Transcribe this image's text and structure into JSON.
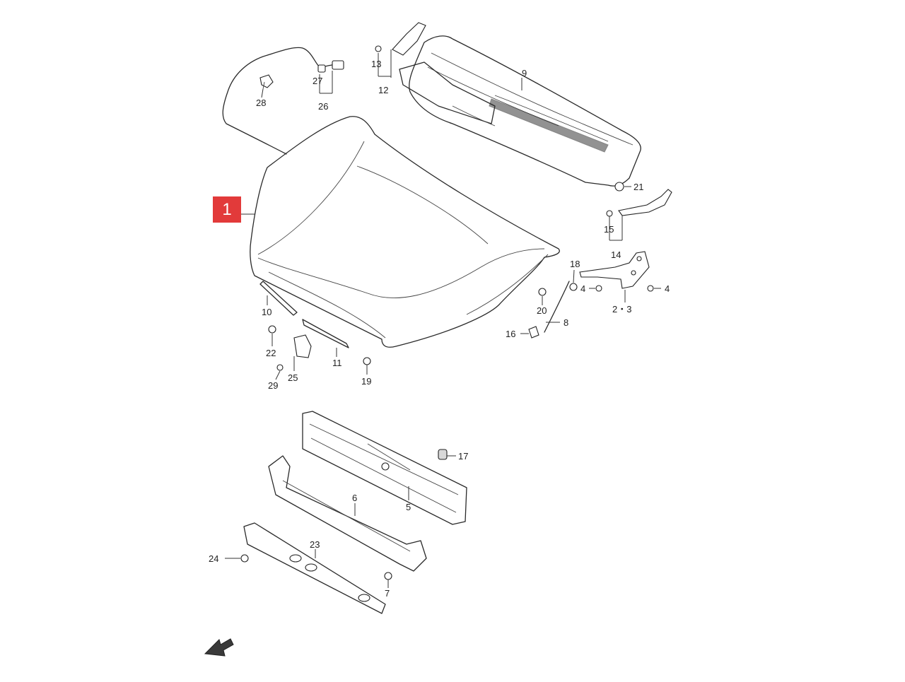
{
  "diagram": {
    "highlighted_callout": "1",
    "accent_color": "#e23a3a",
    "labels": [
      {
        "key": "p9",
        "text": "9"
      },
      {
        "key": "p13",
        "text": "13"
      },
      {
        "key": "p12",
        "text": "12"
      },
      {
        "key": "p27",
        "text": "27"
      },
      {
        "key": "p26",
        "text": "26"
      },
      {
        "key": "p28",
        "text": "28"
      },
      {
        "key": "p21",
        "text": "21"
      },
      {
        "key": "p15",
        "text": "15"
      },
      {
        "key": "p14",
        "text": "14"
      },
      {
        "key": "p18",
        "text": "18"
      },
      {
        "key": "p4a",
        "text": "4"
      },
      {
        "key": "p4b",
        "text": "4"
      },
      {
        "key": "p20",
        "text": "20"
      },
      {
        "key": "p23_",
        "text": "2・3"
      },
      {
        "key": "p8",
        "text": "8"
      },
      {
        "key": "p16",
        "text": "16"
      },
      {
        "key": "p10",
        "text": "10"
      },
      {
        "key": "p22",
        "text": "22"
      },
      {
        "key": "p25",
        "text": "25"
      },
      {
        "key": "p29",
        "text": "29"
      },
      {
        "key": "p11",
        "text": "11"
      },
      {
        "key": "p19",
        "text": "19"
      },
      {
        "key": "p17",
        "text": "17"
      },
      {
        "key": "p6",
        "text": "6"
      },
      {
        "key": "p5",
        "text": "5"
      },
      {
        "key": "p23",
        "text": "23"
      },
      {
        "key": "p24",
        "text": "24"
      },
      {
        "key": "p7",
        "text": "7"
      }
    ],
    "direction_arrow_icon": "front-direction-arrow-icon"
  }
}
